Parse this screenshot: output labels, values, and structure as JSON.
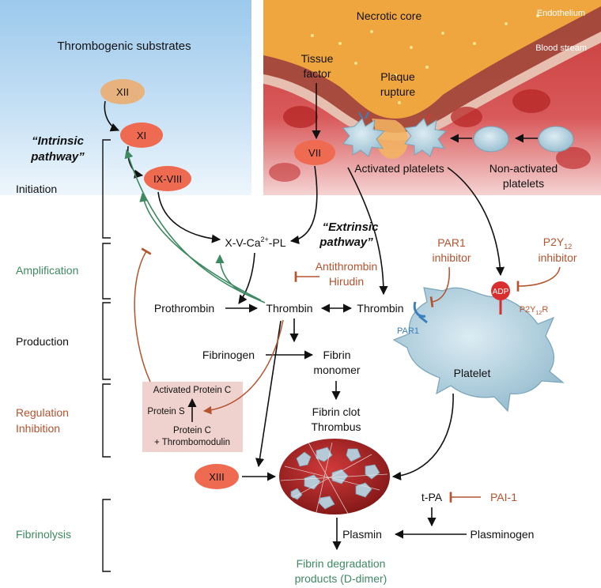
{
  "panels": {
    "left_title": "Thrombogenic substrates",
    "necrotic_core": "Necrotic core",
    "endothelium": "Endothelium",
    "blood_stream": "Blood stream",
    "tissue_factor": [
      "Tissue",
      "factor"
    ],
    "plaque_rupture": [
      "Plaque",
      "rupture"
    ],
    "activated_platelets": "Activated platelets",
    "non_activated_platelets": [
      "Non-activated",
      "platelets"
    ]
  },
  "pathways": {
    "intrinsic": [
      "“Intrinsic",
      "pathway”"
    ],
    "extrinsic": [
      "“Extrinsic",
      "pathway”"
    ]
  },
  "phases": [
    "Initiation",
    "Amplification",
    "Production",
    "Regulation",
    "Inhibition",
    "Fibrinolysis"
  ],
  "factors": {
    "xii": "XII",
    "xi": "XI",
    "ix_viii": "IX-VIII",
    "vii": "VII",
    "xiii": "XIII",
    "complex_a": "X-V-Ca",
    "complex_sup": "2+",
    "complex_b": "-PL"
  },
  "cascade": {
    "prothrombin": "Prothrombin",
    "thrombin": "Thrombin",
    "thrombin_right": "Thrombin",
    "fibrinogen": "Fibrinogen",
    "fibrin_monomer": [
      "Fibrin",
      "monomer"
    ],
    "fibrin_clot": [
      "Fibrin clot",
      "Thrombus"
    ],
    "antithrombin": [
      "Antithrombin",
      "Hirudin"
    ]
  },
  "regulation_box": {
    "activated_protein_c": "Activated Protein C",
    "protein_s": "Protein S",
    "protein_c": [
      "Protein C",
      "+ Thrombomodulin"
    ]
  },
  "inhibitors": {
    "par1_inhibitor": [
      "PAR1",
      "inhibitor"
    ],
    "p2y12_inhibitor_a": "P2Y",
    "p2y12_inhibitor_sub": "12",
    "p2y12_inhibitor_b": "inhibitor",
    "pai1": "PAI-1"
  },
  "platelet": {
    "label": "Platelet",
    "par1": "PAR1",
    "adp": "ADP",
    "receptor_a": "P2Y",
    "receptor_sub": "12",
    "receptor_b": "R"
  },
  "fibrinolysis": {
    "tpa": "t-PA",
    "plasmin": "Plasmin",
    "plasminogen": "Plasminogen",
    "products": [
      "Fibrin degradation",
      "products (D-dimer)"
    ]
  },
  "colors": {
    "factor_orange": "#ee6a50",
    "factor_tan": "#e8b27e",
    "inhibitor_brown": "#b5532e",
    "green": "#3d8a62",
    "black": "#111111",
    "platelet_blue": "#a9ccdc",
    "sky_blue": "#b7d8f0"
  }
}
